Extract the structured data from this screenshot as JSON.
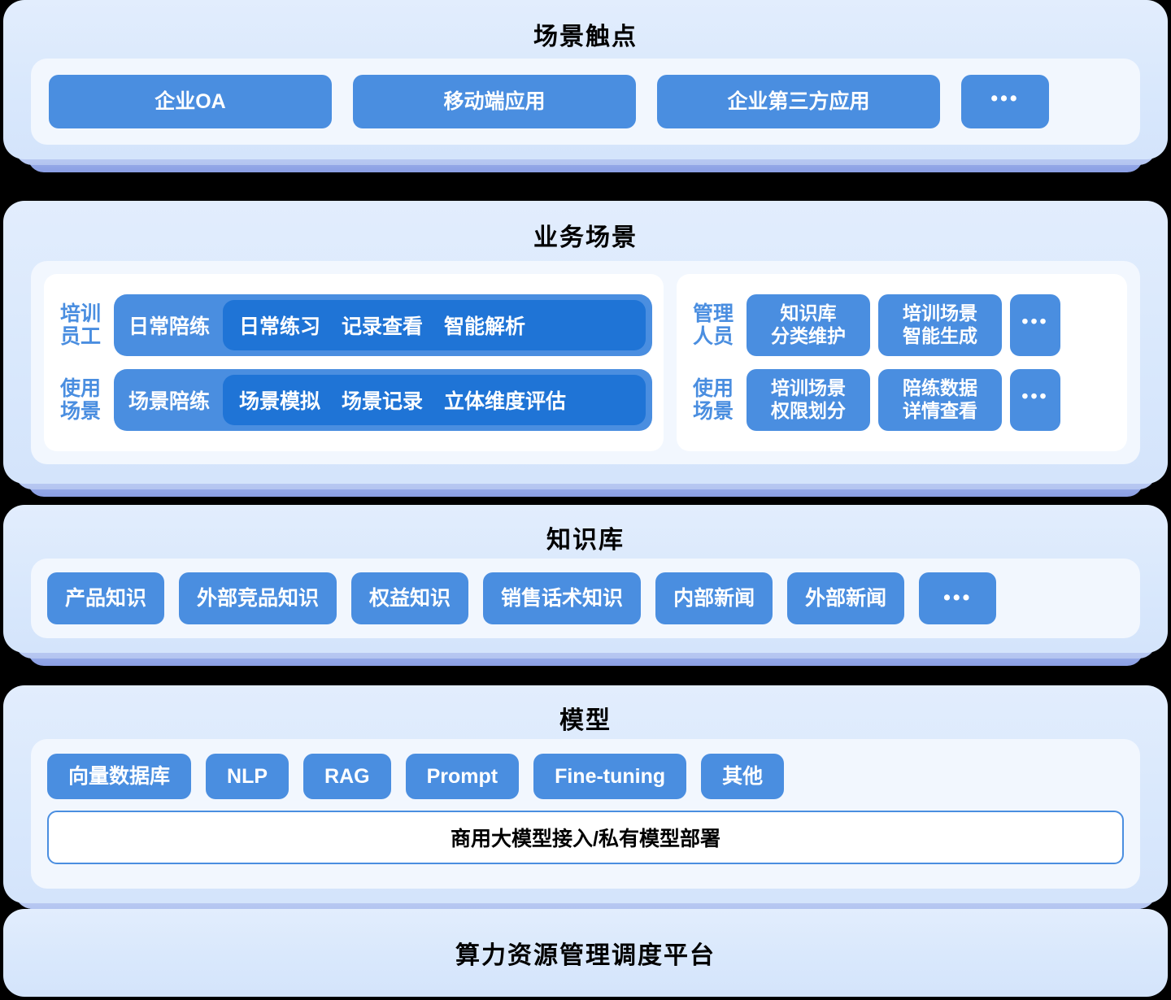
{
  "theme": {
    "chip_blue": "#4a8ee0",
    "chip_blue_deep": "#1f74d6",
    "card_bg": "#d9e8fc",
    "panel_bg": "#f2f7fe",
    "base_strip": "#8b9fe4",
    "title_color": "#000000"
  },
  "layers": {
    "touchpoints": {
      "title": "场景触点",
      "items": [
        {
          "label": "企业OA"
        },
        {
          "label": "移动端应用"
        },
        {
          "label": "企业第三方应用"
        },
        {
          "label": "•••"
        }
      ]
    },
    "business": {
      "title": "业务场景",
      "left": {
        "rows": [
          {
            "role": "培训\n员工",
            "outer_label": "日常陪练",
            "inner_items": [
              "日常练习",
              "记录查看",
              "智能解析"
            ]
          },
          {
            "role": "使用\n场景",
            "outer_label": "场景陪练",
            "inner_items": [
              "场景模拟",
              "场景记录",
              "立体维度评估"
            ]
          }
        ]
      },
      "right": {
        "rows": [
          {
            "role": "管理\n人员",
            "items": [
              "知识库\n分类维护",
              "培训场景\n智能生成",
              "•••"
            ]
          },
          {
            "role": "使用\n场景",
            "items": [
              "培训场景\n权限划分",
              "陪练数据\n详情查看",
              "•••"
            ]
          }
        ]
      }
    },
    "knowledge": {
      "title": "知识库",
      "items": [
        {
          "label": "产品知识"
        },
        {
          "label": "外部竞品知识"
        },
        {
          "label": "权益知识"
        },
        {
          "label": "销售话术知识"
        },
        {
          "label": "内部新闻"
        },
        {
          "label": "外部新闻"
        },
        {
          "label": "•••"
        }
      ]
    },
    "model": {
      "title": "模型",
      "items": [
        {
          "label": "向量数据库"
        },
        {
          "label": "NLP"
        },
        {
          "label": "RAG"
        },
        {
          "label": "Prompt"
        },
        {
          "label": "Fine-tuning"
        },
        {
          "label": "其他"
        }
      ],
      "footer_bar": "商用大模型接入/私有模型部署"
    },
    "compute": {
      "title": "算力资源管理调度平台"
    }
  }
}
